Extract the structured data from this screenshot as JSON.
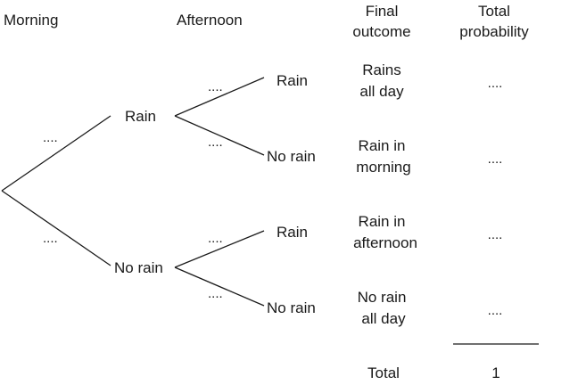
{
  "headers": {
    "morning": "Morning",
    "afternoon": "Afternoon",
    "final_outcome_line1": "Final",
    "final_outcome_line2": "outcome",
    "total_probability_line1": "Total",
    "total_probability_line2": "probability"
  },
  "morning_branches": {
    "rain_label": "Rain",
    "no_rain_label": "No rain",
    "rain_prob": "....",
    "no_rain_prob": "...."
  },
  "afternoon_branches": [
    {
      "label": "Rain",
      "prob": "...."
    },
    {
      "label": "No rain",
      "prob": "...."
    },
    {
      "label": "Rain",
      "prob": "...."
    },
    {
      "label": "No rain",
      "prob": "...."
    }
  ],
  "outcomes": [
    {
      "line1": "Rains",
      "line2": "all day",
      "probability": "...."
    },
    {
      "line1": "Rain in",
      "line2": "morning",
      "probability": "...."
    },
    {
      "line1": "Rain in",
      "line2": "afternoon",
      "probability": "...."
    },
    {
      "line1": "No rain",
      "line2": "all day",
      "probability": "...."
    }
  ],
  "total": {
    "label": "Total",
    "value": "1"
  }
}
